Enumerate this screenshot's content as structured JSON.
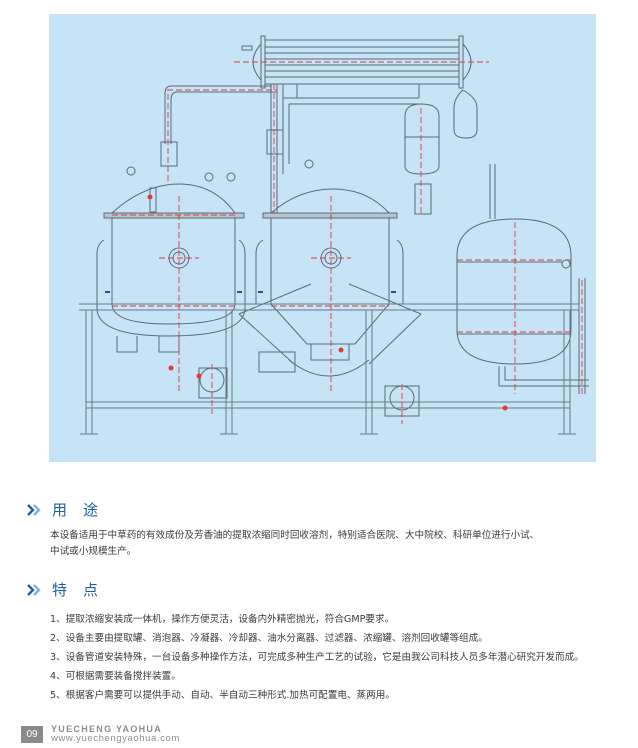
{
  "colors": {
    "panel_bg": "#c6e4f5",
    "heading_blue": "#1f5fa6",
    "line_gray": "#5a6a78",
    "center_line_red": "#e03a3a",
    "body_text": "#3a3a3a",
    "footer_gray": "#8a8a8a"
  },
  "diagram": {
    "subject": "extraction-concentration-unit-drawing"
  },
  "sections": [
    {
      "icon": "double-chevron-right-icon",
      "title": "用途",
      "paragraph_lines": [
        "本设备适用于中草药的有效成份及芳香油的提取浓缩同时回收溶剂，特别适合医院、大中院校、科研单位进行小试、",
        "中试或小规模生产。"
      ]
    },
    {
      "icon": "double-chevron-right-icon",
      "title": "特点",
      "items": [
        "1、提取浓缩安装成一体机，操作方便灵活，设备内外精密抛光，符合GMP要求。",
        "2、设备主要由提取罐、消泡器、冷凝器、冷却器、油水分离器、过滤器、浓缩罐、溶剂回收罐等组成。",
        "3、设备管道安装特殊，一台设备多种操作方法，可完成多种生产工艺的试验，它是由我公司科技人员多年潜心研究开发而成。",
        "4、可根据需要装备搅拌装置。",
        "5、根据客户需要可以提供手动、自动、半自动三种形式.加热可配置电、蒸两用。"
      ]
    }
  ],
  "footer": {
    "page_number": "09",
    "brand": "YUECHENG YAOHUA",
    "url": "www.yuechengyaohua.com"
  }
}
